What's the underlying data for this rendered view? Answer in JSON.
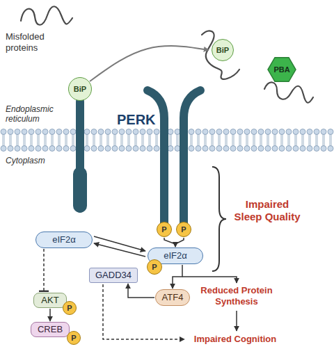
{
  "diagram": {
    "nodes": [
      {
        "text": [
          "BiP"
        ]
      },
      {
        "text": [
          "BiP"
        ]
      },
      {
        "text": [
          "PBA"
        ]
      },
      {
        "text": [
          "P"
        ]
      },
      {
        "text": [
          "P"
        ]
      },
      {
        "text": [
          "eIF2α"
        ]
      },
      {
        "text": [
          "eIF2α"
        ]
      },
      {
        "text": [
          "P"
        ]
      },
      {
        "text": [
          "GADD34"
        ]
      },
      {
        "text": [
          "AKT"
        ]
      },
      {
        "text": [
          "P"
        ]
      },
      {
        "text": [
          "ATF4"
        ]
      },
      {
        "text": [
          "CREB"
        ]
      },
      {
        "text": [
          "P"
        ]
      }
    ],
    "edges": [
      {
        "from": 0,
        "to": 1,
        "arrow": "to"
      },
      {
        "from": 3,
        "to": 6,
        "arrow": "to"
      },
      {
        "from": 4,
        "to": 6,
        "arrow": "to"
      },
      {
        "from": 5,
        "to": 6,
        "arrow": "to"
      },
      {
        "from": 6,
        "to": 5,
        "arrow": "to"
      },
      {
        "from": 6,
        "to": 11,
        "arrow": "to"
      },
      {
        "from": 11,
        "to": 8,
        "arrow": "to"
      },
      {
        "from": 5,
        "to": 9,
        "arrow": "to"
      },
      {
        "from": 9,
        "to": 12,
        "arrow": "to"
      }
    ],
    "labels": [
      "Misfolded proteins",
      "Endoplasmic reticulum",
      "PERK",
      "Cytoplasm",
      "Impaired Sleep Quality",
      "Reduced Protein Synthesis",
      "Impaired Cognition"
    ]
  }
}
